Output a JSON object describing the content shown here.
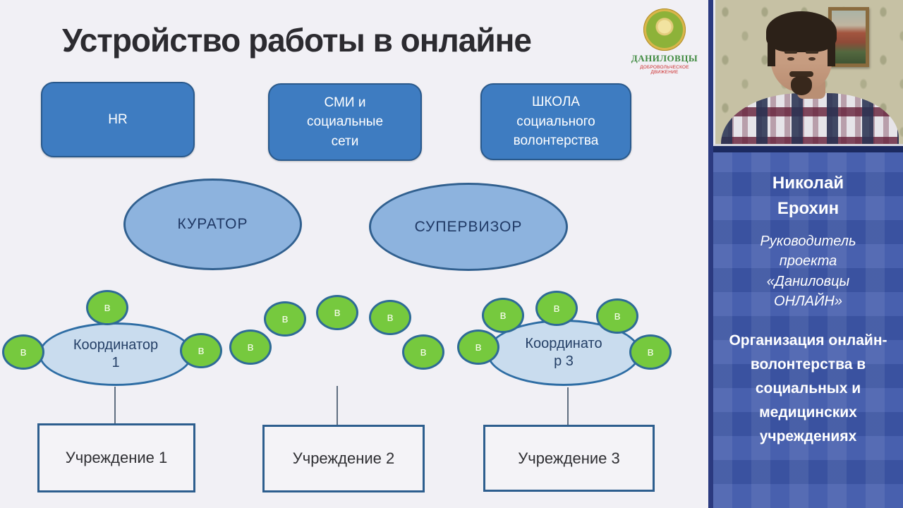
{
  "slide": {
    "title": "Устройство работы в онлайне",
    "logo": {
      "name": "ДАНИЛОВЦЫ",
      "subtitle": "ДОБРОВОЛЬЧЕСКОЕ ДВИЖЕНИЕ"
    },
    "top_boxes": [
      {
        "label": "HR"
      },
      {
        "label": "СМИ и социальные сети"
      },
      {
        "label": "ШКОЛА социального волонтерства"
      }
    ],
    "roles": [
      {
        "label": "КУРАТОР"
      },
      {
        "label": "СУПЕРВИЗОР"
      }
    ],
    "coordinators": [
      {
        "label": "Координатор 1"
      },
      {
        "label": "Координато р 3"
      }
    ],
    "volunteer_label": "в",
    "institutions": [
      {
        "label": "Учреждение 1"
      },
      {
        "label": "Учреждение 2"
      },
      {
        "label": "Учреждение 3"
      }
    ],
    "colors": {
      "box_blue": "#3e7cc1",
      "role_ellipse_blue": "#8db3de",
      "coordinator_fill": "#c9dcee",
      "volunteer_green": "#76c93e",
      "border_navy": "#2d5e8e"
    }
  },
  "sidebar": {
    "speaker_name": "Николай Ерохин",
    "speaker_role": "Руководитель проекта «Даниловцы ОНЛАЙН»",
    "topic": "Организация онлайн-волонтерства в социальных и медицинских учреждениях",
    "colors": {
      "panel_blue": "#3d56a9",
      "strip_navy": "#1c2a60"
    }
  }
}
